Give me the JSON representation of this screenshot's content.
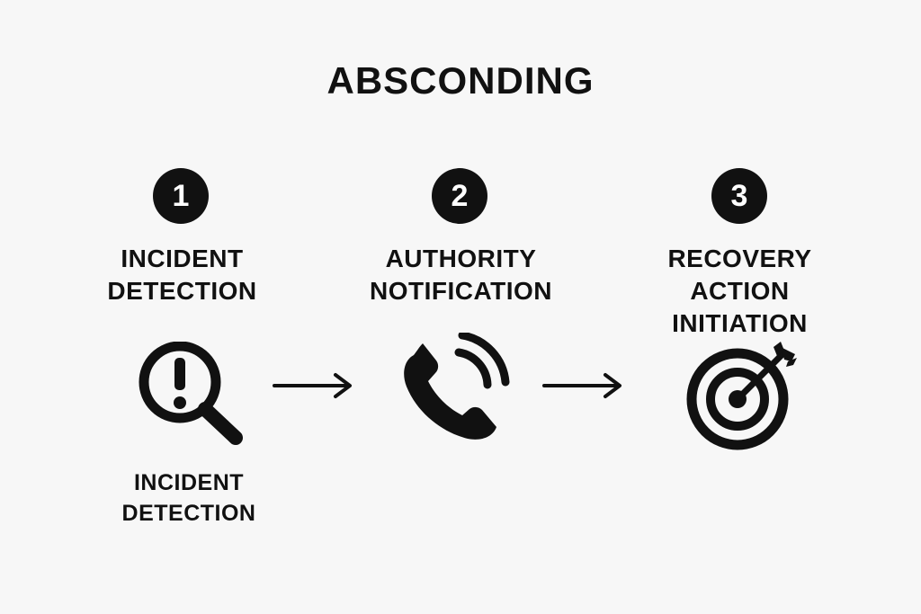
{
  "title": "ABSCONDING",
  "steps": [
    {
      "number": "1",
      "label_lines": [
        "INCIDENT",
        "DETECTION"
      ],
      "icon": "magnifier-exclamation-icon",
      "caption_lines": [
        "INCIDENT",
        "DETECTION"
      ]
    },
    {
      "number": "2",
      "label_lines": [
        "AUTHORITY",
        "NOTIFICATION"
      ],
      "icon": "phone-ringing-icon"
    },
    {
      "number": "3",
      "label_lines": [
        "RECOVERY",
        "ACTION",
        "INITIATION"
      ],
      "icon": "target-arrow-icon"
    }
  ],
  "connectors": [
    "arrow-right-icon",
    "arrow-right-icon"
  ],
  "colors": {
    "background": "#f7f7f7",
    "ink": "#111111"
  }
}
